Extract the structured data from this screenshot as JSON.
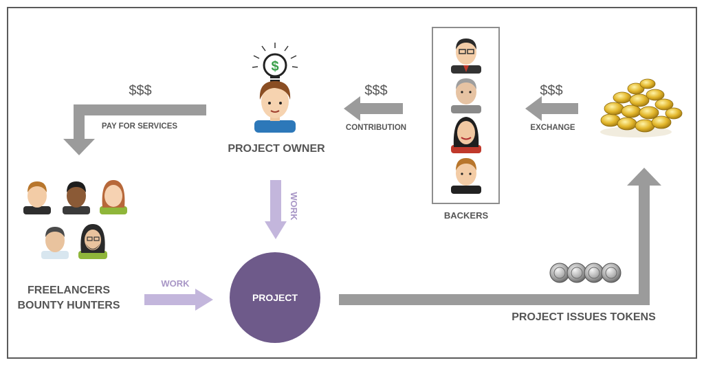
{
  "nodes": {
    "project_owner": "PROJECT OWNER",
    "backers": "BACKERS",
    "freelancers_line1": "FREELANCERS",
    "freelancers_line2": "BOUNTY HUNTERS",
    "project": "PROJECT",
    "project_issues_tokens": "PROJECT ISSUES TOKENS"
  },
  "edges": {
    "pay_for_services": {
      "amount": "$$$",
      "label": "PAY FOR SERVICES"
    },
    "contribution": {
      "amount": "$$$",
      "label": "CONTRIBUTION"
    },
    "exchange": {
      "amount": "$$$",
      "label": "EXCHANGE"
    },
    "owner_work": "WORK",
    "freelancer_work": "WORK"
  },
  "icons": {
    "owner": "lightbulb-dollar-icon",
    "coins": "gold-coins-icon",
    "tokens": "silver-tokens-icon"
  },
  "colors": {
    "arrow_gray": "#9b9b9b",
    "arrow_purple": "#c3b6dc",
    "project_circle": "#6e5a8a",
    "text": "#555555",
    "work_text": "#a896c6"
  }
}
